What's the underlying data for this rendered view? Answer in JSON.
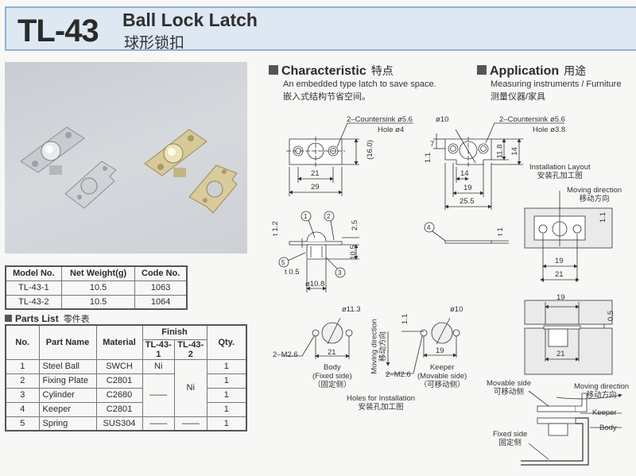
{
  "header": {
    "model": "TL-43",
    "title_en": "Ball Lock Latch",
    "title_cn": "球形锁扣"
  },
  "spec_table": {
    "columns": [
      "Model No.",
      "Net Weight(g)",
      "Code No."
    ],
    "rows": [
      [
        "TL-43-1",
        "10.5",
        "1063"
      ],
      [
        "TL-43-2",
        "10.5",
        "1064"
      ]
    ]
  },
  "parts_list": {
    "title": "Parts List",
    "title_cn": "零件表",
    "headers": {
      "no": "No.",
      "part_name": "Part Name",
      "material": "Material",
      "finish": "Finish",
      "finish_1": "TL-43-1",
      "finish_2": "TL-43-2",
      "qty": "Qty."
    },
    "rows": [
      {
        "no": "1",
        "name": "Steel Ball",
        "material": "SWCH",
        "qty": "1"
      },
      {
        "no": "2",
        "name": "Fixing Plate",
        "material": "C2801",
        "qty": "1"
      },
      {
        "no": "3",
        "name": "Cylinder",
        "material": "C2680",
        "qty": "1"
      },
      {
        "no": "4",
        "name": "Keeper",
        "material": "C2801",
        "qty": "1"
      },
      {
        "no": "5",
        "name": "Spring",
        "material": "SUS304",
        "qty": "1"
      }
    ],
    "finish_cells": {
      "row1_tl431": "Ni",
      "rows2to4_tl431": "——",
      "rows1to4_tl432": "Ni",
      "row5_tl431": "——",
      "row5_tl432": "——"
    }
  },
  "characteristic": {
    "title": "Characteristic",
    "title_cn": "特点",
    "text_en": "An embedded type latch to save space.",
    "text_cn": "嵌入式结构节省空间。"
  },
  "application": {
    "title": "Application",
    "title_cn": "用途",
    "text_en": "Measuring instruments / Furniture",
    "text_cn": "测量仪器/家具"
  },
  "drawings": {
    "body_top": {
      "countersink": "2–Countersink ø5.6",
      "hole": "Hole ø4",
      "d_16": "(16.0)",
      "d_21": "21",
      "d_29": "29"
    },
    "keeper_top": {
      "phi10": "ø10",
      "countersink": "2–Countersink ø5.6",
      "hole": "Hole ø3.8",
      "d_7": "7",
      "d_1_1": "1.1",
      "d_11_8": "11.8",
      "d_14h": "14",
      "d_14": "14",
      "d_19": "19",
      "d_25_5": "25.5"
    },
    "body_side": {
      "t1_2": "t 1.2",
      "d_2_5": "2.5",
      "d_10_5": "10.5",
      "t0_5": "t 0.5",
      "phi10_8": "ø10.8",
      "callouts": [
        "1",
        "2",
        "3",
        "5"
      ]
    },
    "keeper_side": {
      "callout": "4",
      "t1": "t 1"
    },
    "install_layout": {
      "title_en": "Installation Layout",
      "title_cn": "安装孔加工图",
      "moving_en": "Moving direction",
      "moving_cn": "移动方向",
      "d_1_1": "1.1",
      "d_19": "19",
      "d_21": "21"
    },
    "holes": {
      "body_phi": "ø11.3",
      "body_m": "2–M2.6",
      "body_21": "21",
      "body_label_en": "Body",
      "body_label_sub": "(Fixed side)",
      "body_label_cn": "（固定侧）",
      "moving_en": "Moving direction",
      "moving_cn": "移动方向",
      "keeper_1_1": "1.1",
      "keeper_phi": "ø10",
      "keeper_m": "2–M2.6",
      "keeper_19": "19",
      "keeper_label_en": "Keeper",
      "keeper_label_sub": "(Movable side)",
      "keeper_label_cn": "（可移动侧）",
      "caption_en": "Holes for Installation",
      "caption_cn": "安装孔加工图"
    },
    "section": {
      "d_19": "19",
      "d_0_5": "0.5",
      "d_21": "21",
      "movable_en": "Movable side",
      "movable_cn": "可移动侧",
      "moving_en": "Moving direction",
      "moving_cn": "移动方向",
      "keeper": "Keeper",
      "body": "Body",
      "fixed_en": "Fixed side",
      "fixed_cn": "固定侧"
    }
  }
}
